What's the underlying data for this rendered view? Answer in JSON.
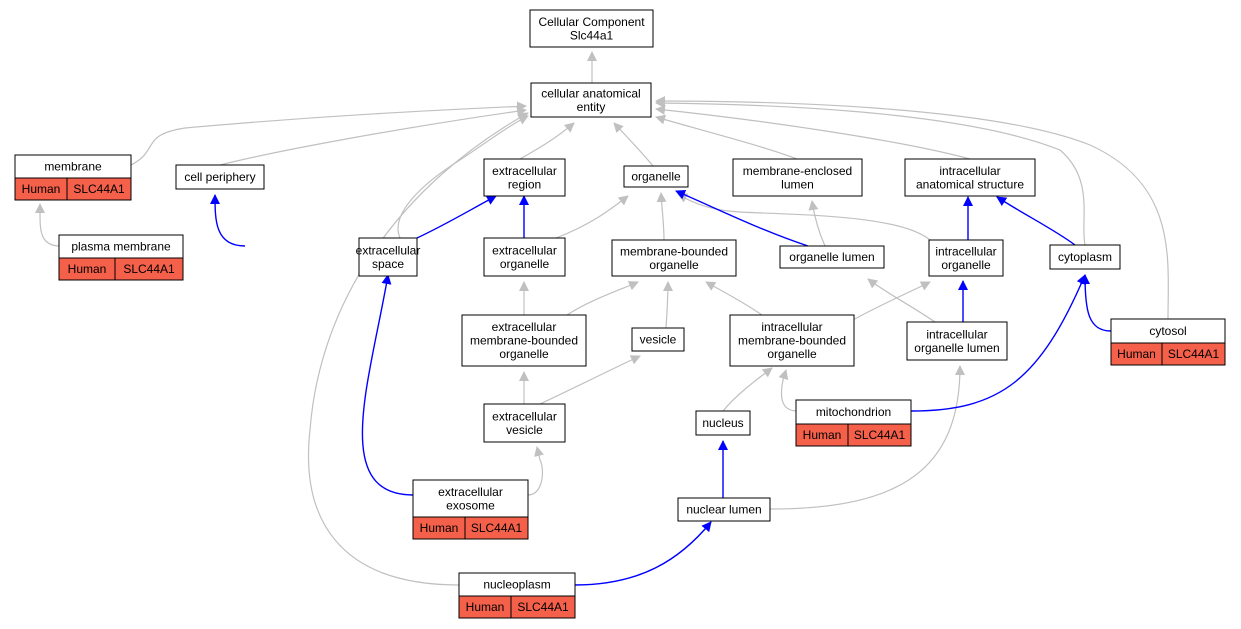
{
  "colors": {
    "is_a_edge": "#c0c0c0",
    "part_of_edge": "#0000ff",
    "annotation_fill": "#f4604a",
    "node_border": "#000000"
  },
  "nodes": {
    "root": [
      "Cellular Component",
      "Slc44a1"
    ],
    "cellular_anatomical_entity": [
      "cellular anatomical",
      "entity"
    ],
    "membrane": [
      "membrane"
    ],
    "cell_periphery": [
      "cell periphery"
    ],
    "extracellular_region": [
      "extracellular",
      "region"
    ],
    "organelle": [
      "organelle"
    ],
    "membrane_enclosed_lumen": [
      "membrane-enclosed",
      "lumen"
    ],
    "intracellular_anatomical_structure": [
      "intracellular",
      "anatomical structure"
    ],
    "plasma_membrane": [
      "plasma membrane"
    ],
    "extracellular_space": [
      "extracellular",
      "space"
    ],
    "extracellular_organelle": [
      "extracellular",
      "organelle"
    ],
    "membrane_bounded_organelle": [
      "membrane-bounded",
      "organelle"
    ],
    "organelle_lumen": [
      "organelle lumen"
    ],
    "intracellular_organelle": [
      "intracellular",
      "organelle"
    ],
    "cytoplasm": [
      "cytoplasm"
    ],
    "extracellular_membrane_bounded_organelle": [
      "extracellular",
      "membrane-bounded",
      "organelle"
    ],
    "vesicle": [
      "vesicle"
    ],
    "intracellular_membrane_bounded_organelle": [
      "intracellular",
      "membrane-bounded",
      "organelle"
    ],
    "intracellular_organelle_lumen": [
      "intracellular",
      "organelle lumen"
    ],
    "cytosol": [
      "cytosol"
    ],
    "extracellular_vesicle": [
      "extracellular",
      "vesicle"
    ],
    "nucleus": [
      "nucleus"
    ],
    "mitochondrion": [
      "mitochondrion"
    ],
    "extracellular_exosome": [
      "extracellular",
      "exosome"
    ],
    "nuclear_lumen": [
      "nuclear lumen"
    ],
    "nucleoplasm": [
      "nucleoplasm"
    ]
  },
  "annotations": {
    "species": "Human",
    "gene": "SLC44A1"
  }
}
